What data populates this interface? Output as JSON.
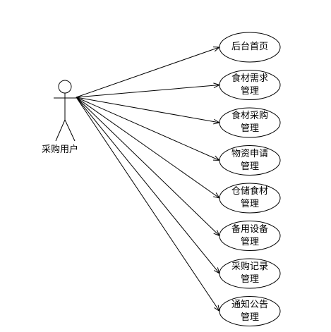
{
  "actor": {
    "name": "采购用户"
  },
  "use_cases": [
    {
      "line1": "后台首页",
      "line2": ""
    },
    {
      "line1": "食材需求",
      "line2": "管理"
    },
    {
      "line1": "食材采购",
      "line2": "管理"
    },
    {
      "line1": "物资申请",
      "line2": "管理"
    },
    {
      "line1": "仓储食材",
      "line2": "管理"
    },
    {
      "line1": "备用设备",
      "line2": "管理"
    },
    {
      "line1": "采购记录",
      "line2": "管理"
    },
    {
      "line1": "通知公告",
      "line2": "管理"
    }
  ],
  "colors": {
    "stroke": "#000000",
    "background": "#ffffff"
  }
}
